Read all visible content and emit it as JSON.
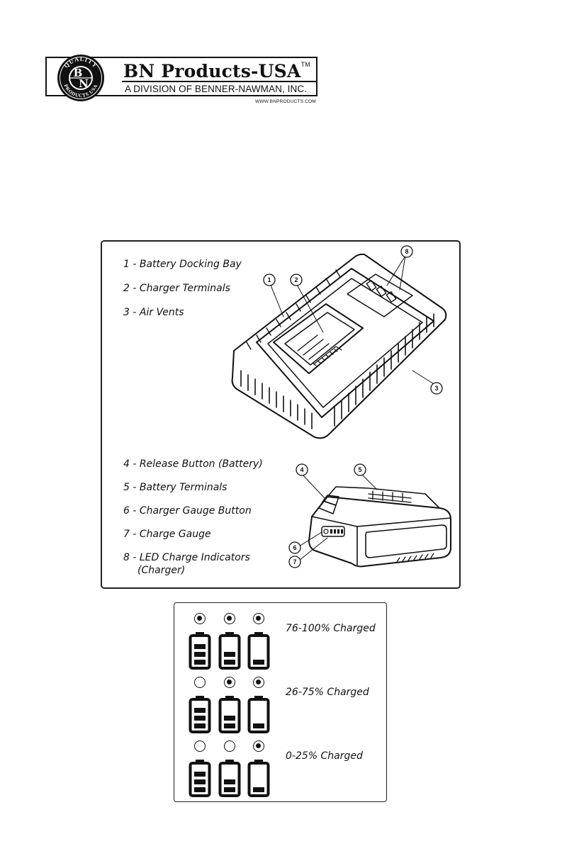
{
  "logo": {
    "seal_top_text": "QUALITY",
    "seal_bottom_text": "PRODUCTS USA",
    "seal_monogram": "BN",
    "brand": "BN Products-USA",
    "trademark": "TM",
    "division": "A DIVISION OF BENNER-NAWMAN, INC.",
    "url": "WWW.BNPRODUCTS.COM"
  },
  "components": {
    "charger_labels": [
      "1 - Battery Docking Bay",
      "2 - Charger Terminals",
      "3 - Air Vents"
    ],
    "battery_labels": [
      "4 - Release Button (Battery)",
      "5 - Battery Terminals",
      "6 - Charger Gauge Button",
      "7 - Charge Gauge",
      "8 - LED Charge Indicators",
      "(Charger)"
    ],
    "callouts": [
      "1",
      "2",
      "3",
      "4",
      "5",
      "6",
      "7",
      "8"
    ]
  },
  "charge_levels": [
    {
      "label": "76-100% Charged",
      "leds": [
        true,
        true,
        true
      ]
    },
    {
      "label": "26-75% Charged",
      "leds": [
        false,
        true,
        true
      ]
    },
    {
      "label": "0-25% Charged",
      "leds": [
        false,
        false,
        true
      ]
    }
  ],
  "battery_icons": [
    "battery-full-icon",
    "battery-two-thirds-icon",
    "battery-one-third-icon"
  ]
}
